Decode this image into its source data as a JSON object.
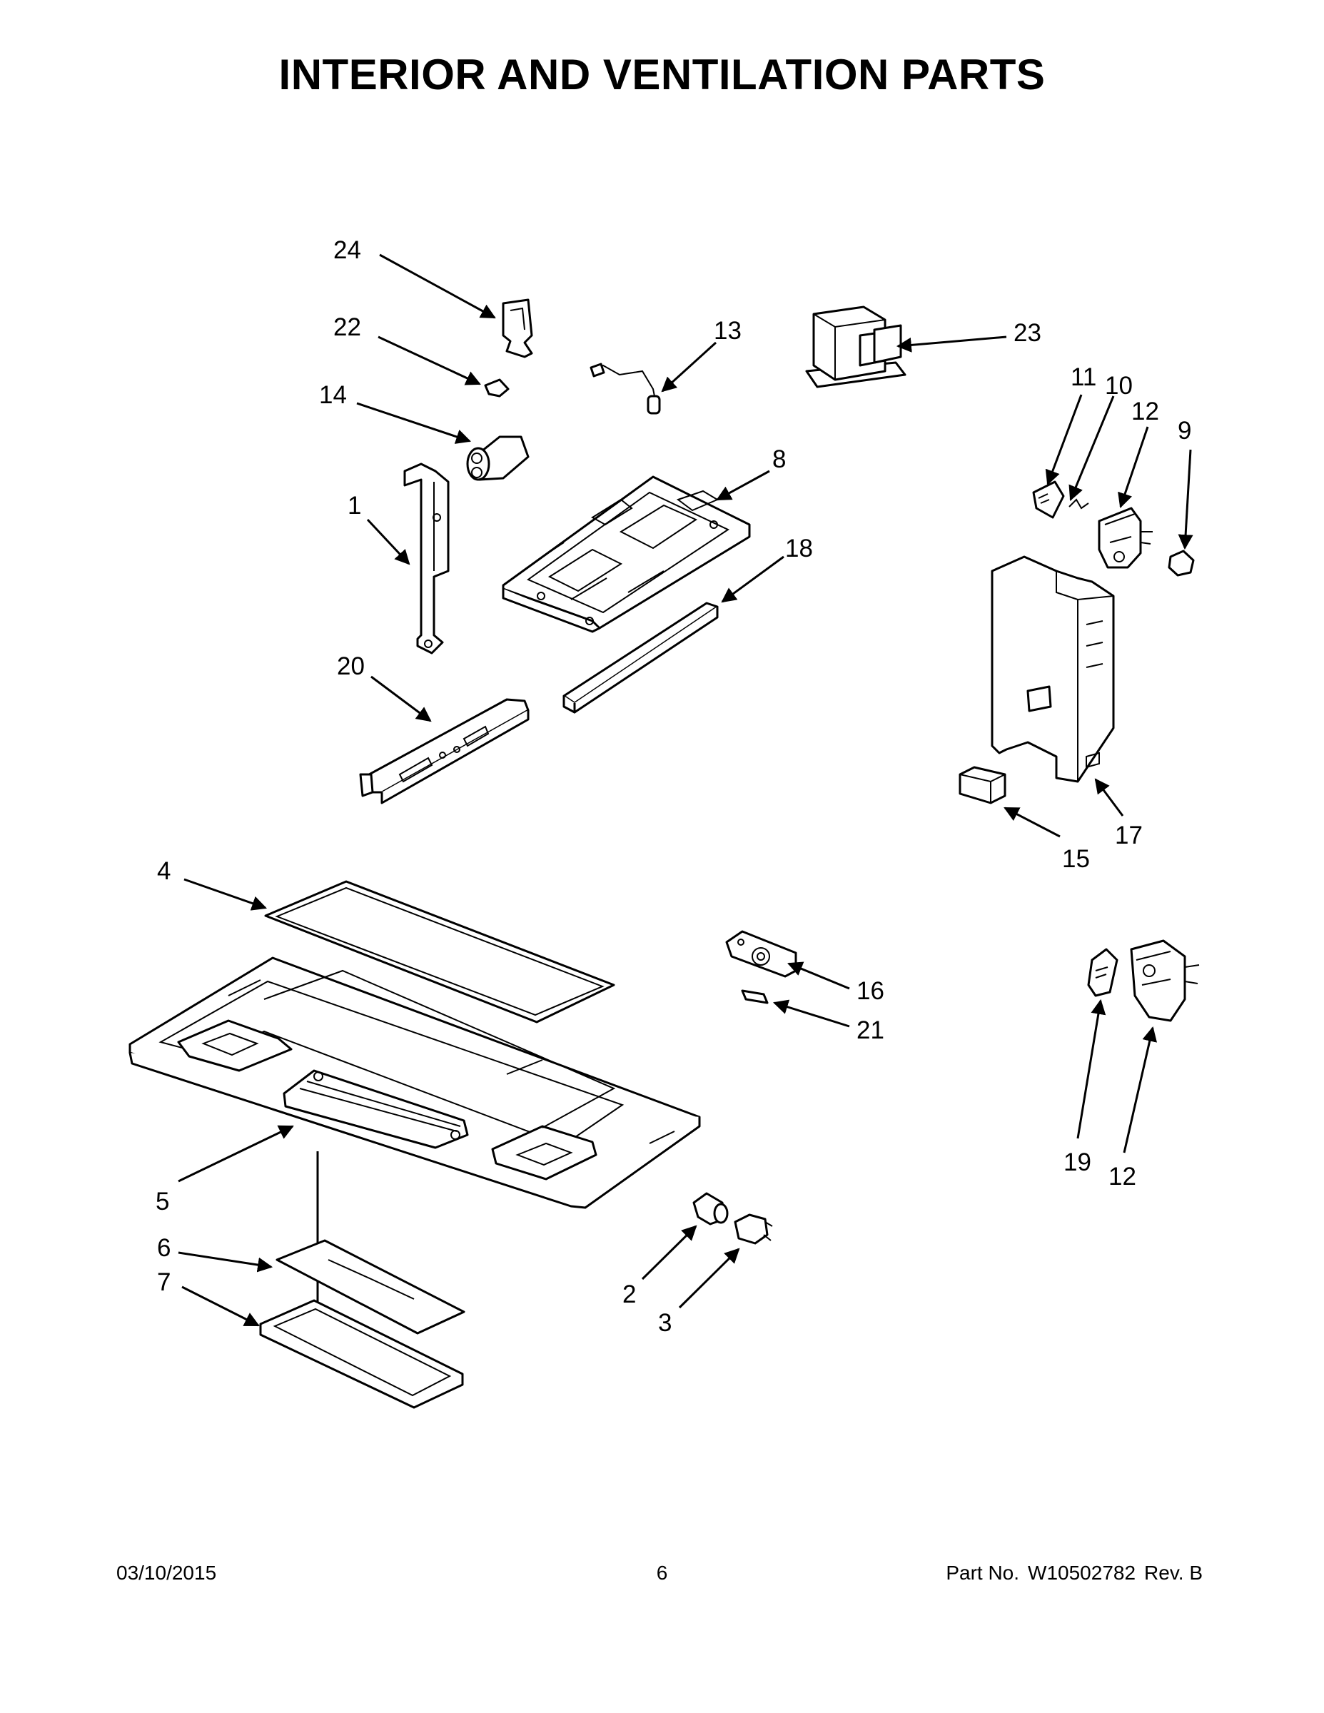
{
  "title": "INTERIOR AND VENTILATION PARTS",
  "callouts": {
    "c1": "1",
    "c2": "2",
    "c3": "3",
    "c4": "4",
    "c5": "5",
    "c6": "6",
    "c7": "7",
    "c8": "8",
    "c9": "9",
    "c10": "10",
    "c11": "11",
    "c12a": "12",
    "c12b": "12",
    "c13": "13",
    "c14": "14",
    "c15": "15",
    "c16": "16",
    "c17": "17",
    "c18": "18",
    "c19": "19",
    "c20": "20",
    "c21": "21",
    "c22": "22",
    "c23": "23",
    "c24": "24"
  },
  "footer": {
    "date": "03/10/2015",
    "page": "6",
    "part_label": "Part No.",
    "part_number": "W10502782",
    "revision": "Rev. B"
  }
}
